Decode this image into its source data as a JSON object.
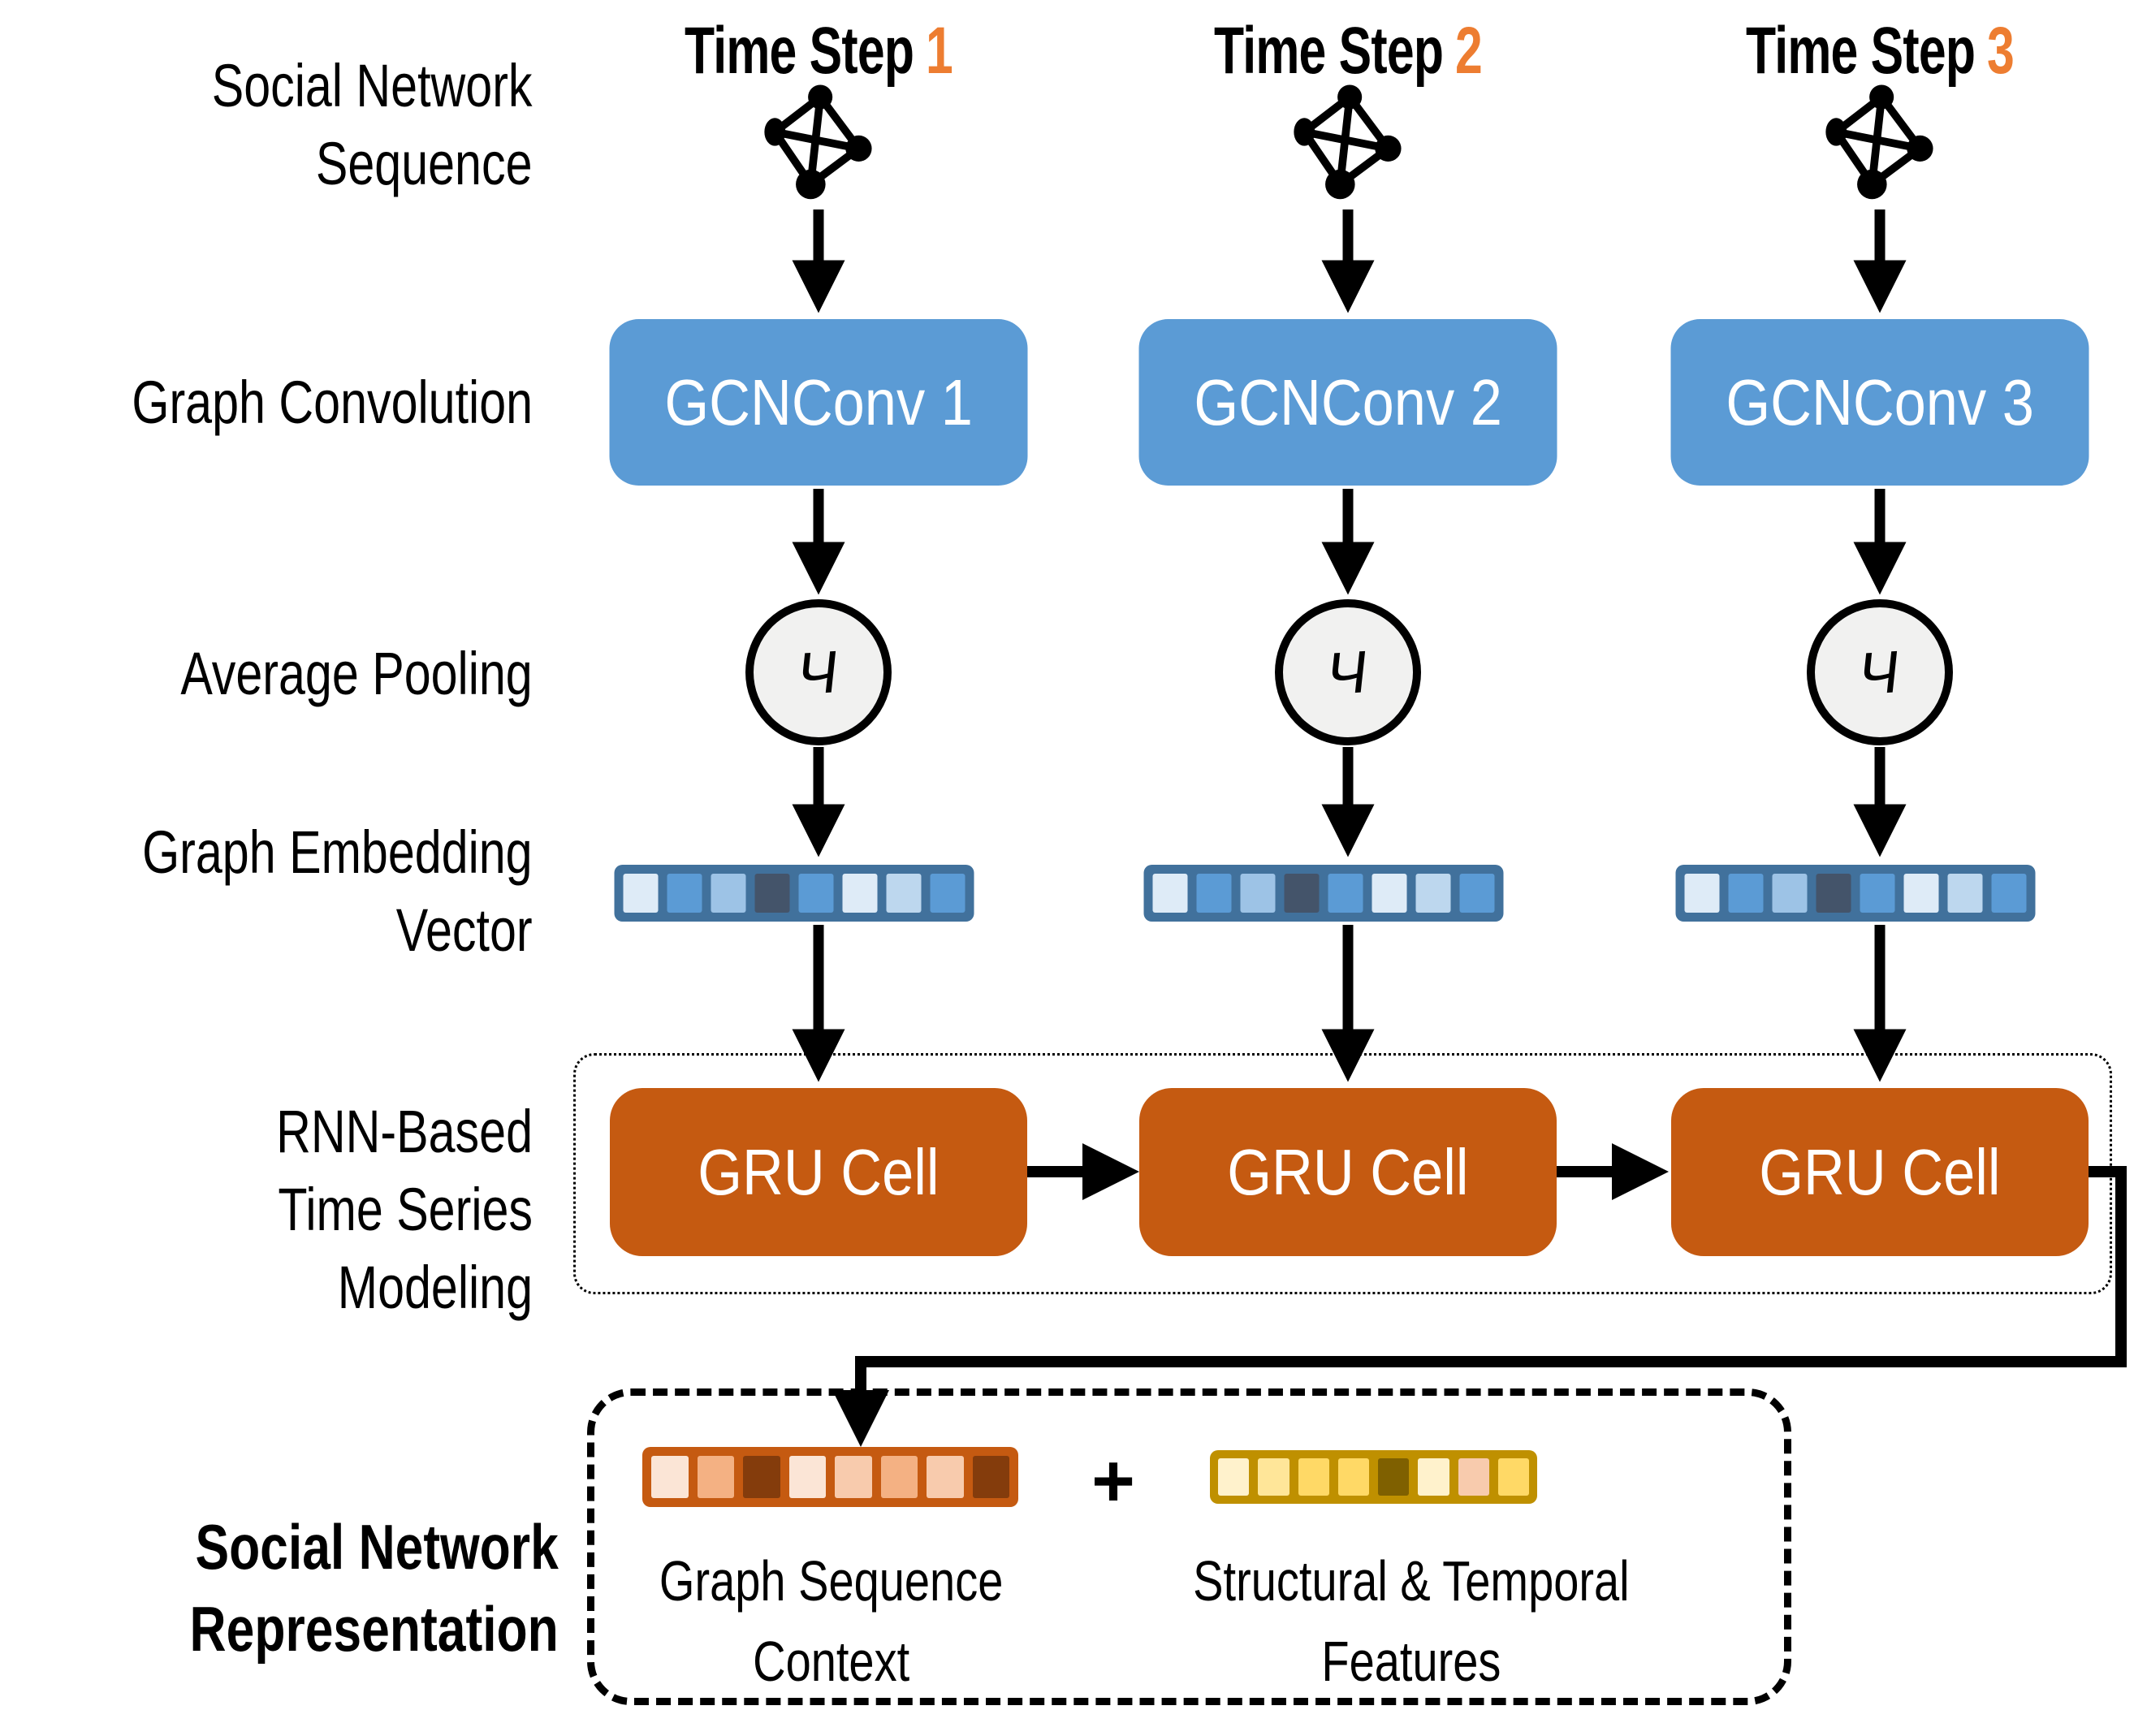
{
  "row_labels": {
    "social_network_sequence": "Social Network\nSequence",
    "graph_convolution": "Graph Convolution",
    "average_pooling": "Average Pooling",
    "graph_embedding_vector": "Graph Embedding\nVector",
    "rnn_time_series": "RNN-Based\nTime Series Modeling",
    "social_network_representation": "Social Network\nRepresentation"
  },
  "columns": [
    {
      "time_step_label": "Time Step",
      "time_step_number": "1",
      "gcn_label": "GCNConv 1",
      "pooling_symbol": "Ч",
      "gru_label": "GRU Cell"
    },
    {
      "time_step_label": "Time Step",
      "time_step_number": "2",
      "gcn_label": "GCNConv 2",
      "pooling_symbol": "Ч",
      "gru_label": "GRU Cell"
    },
    {
      "time_step_label": "Time Step",
      "time_step_number": "3",
      "gcn_label": "GCNConv 3",
      "pooling_symbol": "Ч",
      "gru_label": "GRU Cell"
    }
  ],
  "embedding_vector": {
    "frame_color": "#41719C",
    "cells": [
      "#DEEBF7",
      "#5B9BD5",
      "#9DC3E6",
      "#44546A",
      "#5B9BD5",
      "#DEEBF7",
      "#BDD7EE",
      "#5B9BD5"
    ]
  },
  "bottom": {
    "plus_sign": "+",
    "graph_sequence_vector": {
      "frame_color": "#C55A11",
      "cells": [
        "#FBE5D6",
        "#F4B183",
        "#843C0C",
        "#FBE5D6",
        "#F8CBAD",
        "#F4B183",
        "#F8CBAD",
        "#843C0C"
      ]
    },
    "features_vector": {
      "frame_color": "#BF9000",
      "cells": [
        "#FFF2CC",
        "#FFE699",
        "#FFD966",
        "#FFD966",
        "#7F6000",
        "#FFF2CC",
        "#F8CBAD",
        "#FFD966"
      ]
    },
    "graph_sequence_caption": "Graph Sequence\nContext",
    "features_caption": "Structural & Temporal\nFeatures"
  },
  "colors": {
    "time_step_number": "#ED7D31",
    "gcn_box": "#5B9BD5",
    "gru_box": "#C55A11",
    "pooling_circle_fill": "#F1F1F0",
    "arrow": "#000000"
  }
}
